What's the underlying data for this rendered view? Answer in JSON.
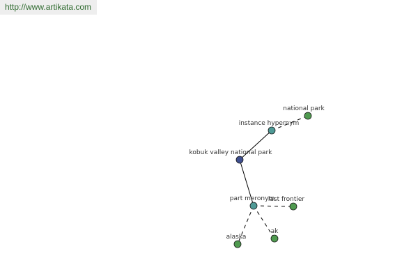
{
  "banner": {
    "url": "http://www.artikata.com"
  },
  "colors": {
    "center_node": "#3f4f8f",
    "relation_node": "#4f9a96",
    "leaf_node": "#4f9a4f",
    "node_stroke": "#1a1a1a",
    "edge": "#000000"
  },
  "graph": {
    "nodes": [
      {
        "id": "kobuk",
        "label": "kobuk valley national park",
        "kind": "center"
      },
      {
        "id": "hypernym",
        "label": "instance hypernym",
        "kind": "relation"
      },
      {
        "id": "national_park",
        "label": "national park",
        "kind": "leaf"
      },
      {
        "id": "meronym",
        "label": "part meronym",
        "kind": "relation"
      },
      {
        "id": "last_frontier",
        "label": "last frontier",
        "kind": "leaf"
      },
      {
        "id": "alaska",
        "label": "alaska",
        "kind": "leaf"
      },
      {
        "id": "ak",
        "label": "ak",
        "kind": "leaf"
      }
    ],
    "edges": [
      {
        "from": "kobuk",
        "to": "hypernym",
        "style": "solid"
      },
      {
        "from": "hypernym",
        "to": "national_park",
        "style": "dashed"
      },
      {
        "from": "kobuk",
        "to": "meronym",
        "style": "solid"
      },
      {
        "from": "meronym",
        "to": "last_frontier",
        "style": "dashed"
      },
      {
        "from": "meronym",
        "to": "alaska",
        "style": "dashed"
      },
      {
        "from": "meronym",
        "to": "ak",
        "style": "dashed"
      }
    ]
  }
}
